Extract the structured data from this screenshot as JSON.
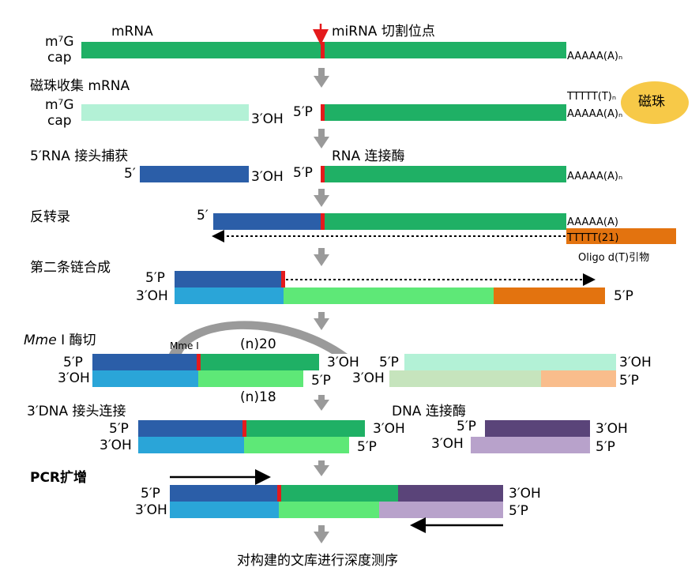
{
  "colors": {
    "mrna_green": "#1fb065",
    "light_mint": "#b3f1d6",
    "dark_blue": "#2b5ea8",
    "light_blue": "#2aa5d8",
    "light_green": "#5ee877",
    "orange": "#e3730f",
    "light_orange": "#f9bd8c",
    "light_green2": "#c6e4bd",
    "purple": "#5a4479",
    "lavender": "#b8a2cb",
    "cut_red": "#e41a1c",
    "bead_yellow": "#f7c948",
    "step_arrow": "#9a9a9a"
  },
  "labels": {
    "m7g_cap_1": "m⁷G",
    "cap_word": "cap",
    "mrna": "mRNA",
    "mirna_site": "miRNA 切割位点",
    "polyA_n": "AAAAA(A)ₙ",
    "step1": "磁珠收集 mRNA",
    "polyT_n": "TTTTT(T)ₙ",
    "bead": "磁珠",
    "three_oh": "3′OH",
    "five_p": "5′P",
    "five_prime": "5′",
    "step2": "5′RNA 接头捕获",
    "rna_ligase": "RNA 连接酶",
    "step3": "反转录",
    "polyA_single": "AAAAA(A)",
    "polyT21": "TTTTT(21)",
    "oligo_primer": "Oligo d(T)引物",
    "step4": "第二条链合成",
    "step5_italic": "Mme",
    "step5_rest": " I 酶切",
    "mme_site": "Mme I",
    "n20": "(n)20",
    "n18": "(n)18",
    "step6": "3′DNA 接头连接",
    "dna_ligase": "DNA 连接酶",
    "step7": "PCR扩增",
    "final": "对构建的文库进行深度测序"
  }
}
